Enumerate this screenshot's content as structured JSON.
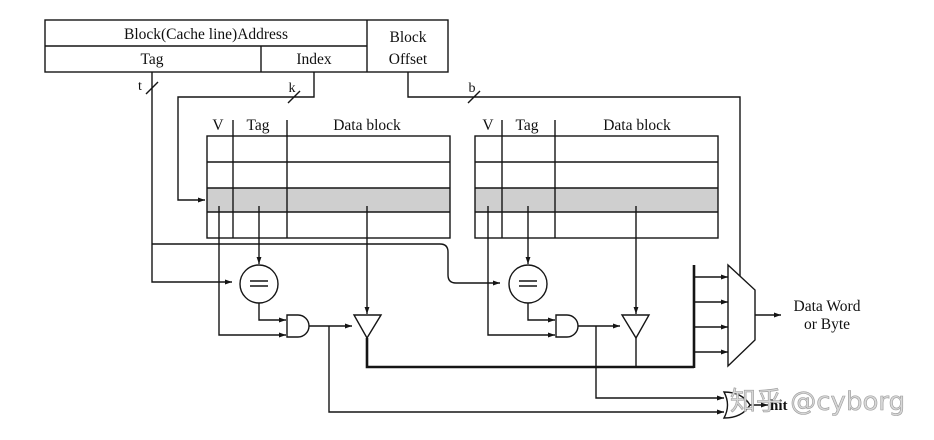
{
  "title": "Two-way set-associative cache lookup",
  "address": {
    "block_address_label": "Block(Cache line)Address",
    "tag_label": "Tag",
    "index_label": "Index",
    "offset_label_line1": "Block",
    "offset_label_line2": "Offset"
  },
  "bus_widths": {
    "tag": "t",
    "index": "k",
    "offset": "b"
  },
  "ways": [
    {
      "v_label": "V",
      "tag_label": "Tag",
      "data_label": "Data block",
      "rows": 4,
      "selected_row": 3
    },
    {
      "v_label": "V",
      "tag_label": "Tag",
      "data_label": "Data block",
      "rows": 4,
      "selected_row": 3
    }
  ],
  "comparator_symbol": "==",
  "mux": {
    "inputs": 4
  },
  "output": {
    "line1": "Data Word",
    "line2": "or Byte"
  },
  "hit_label": "hit",
  "watermark": "知乎 @cyborg",
  "colors": {
    "line": "#151515",
    "highlight_row": "#cfcfcf",
    "background": "#ffffff"
  }
}
